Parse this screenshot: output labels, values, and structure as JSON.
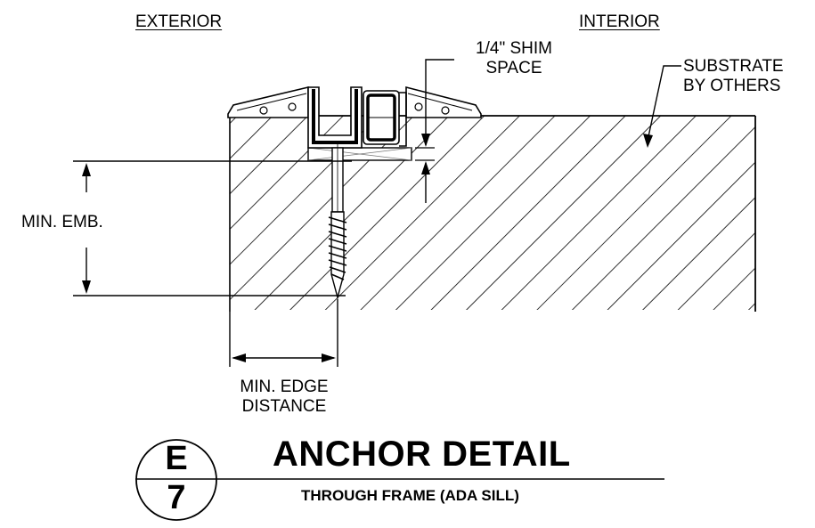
{
  "labels": {
    "exterior": "EXTERIOR",
    "interior": "INTERIOR",
    "shim_line1": "1/4\" SHIM",
    "shim_line2": "SPACE",
    "substrate_line1": "SUBSTRATE",
    "substrate_line2": "BY OTHERS",
    "min_emb": "MIN. EMB.",
    "edge_line1": "MIN. EDGE",
    "edge_line2": "DISTANCE"
  },
  "title_block": {
    "detail_letter": "E",
    "detail_number": "7",
    "title": "ANCHOR DETAIL",
    "subtitle": "THROUGH FRAME (ADA SILL)"
  }
}
